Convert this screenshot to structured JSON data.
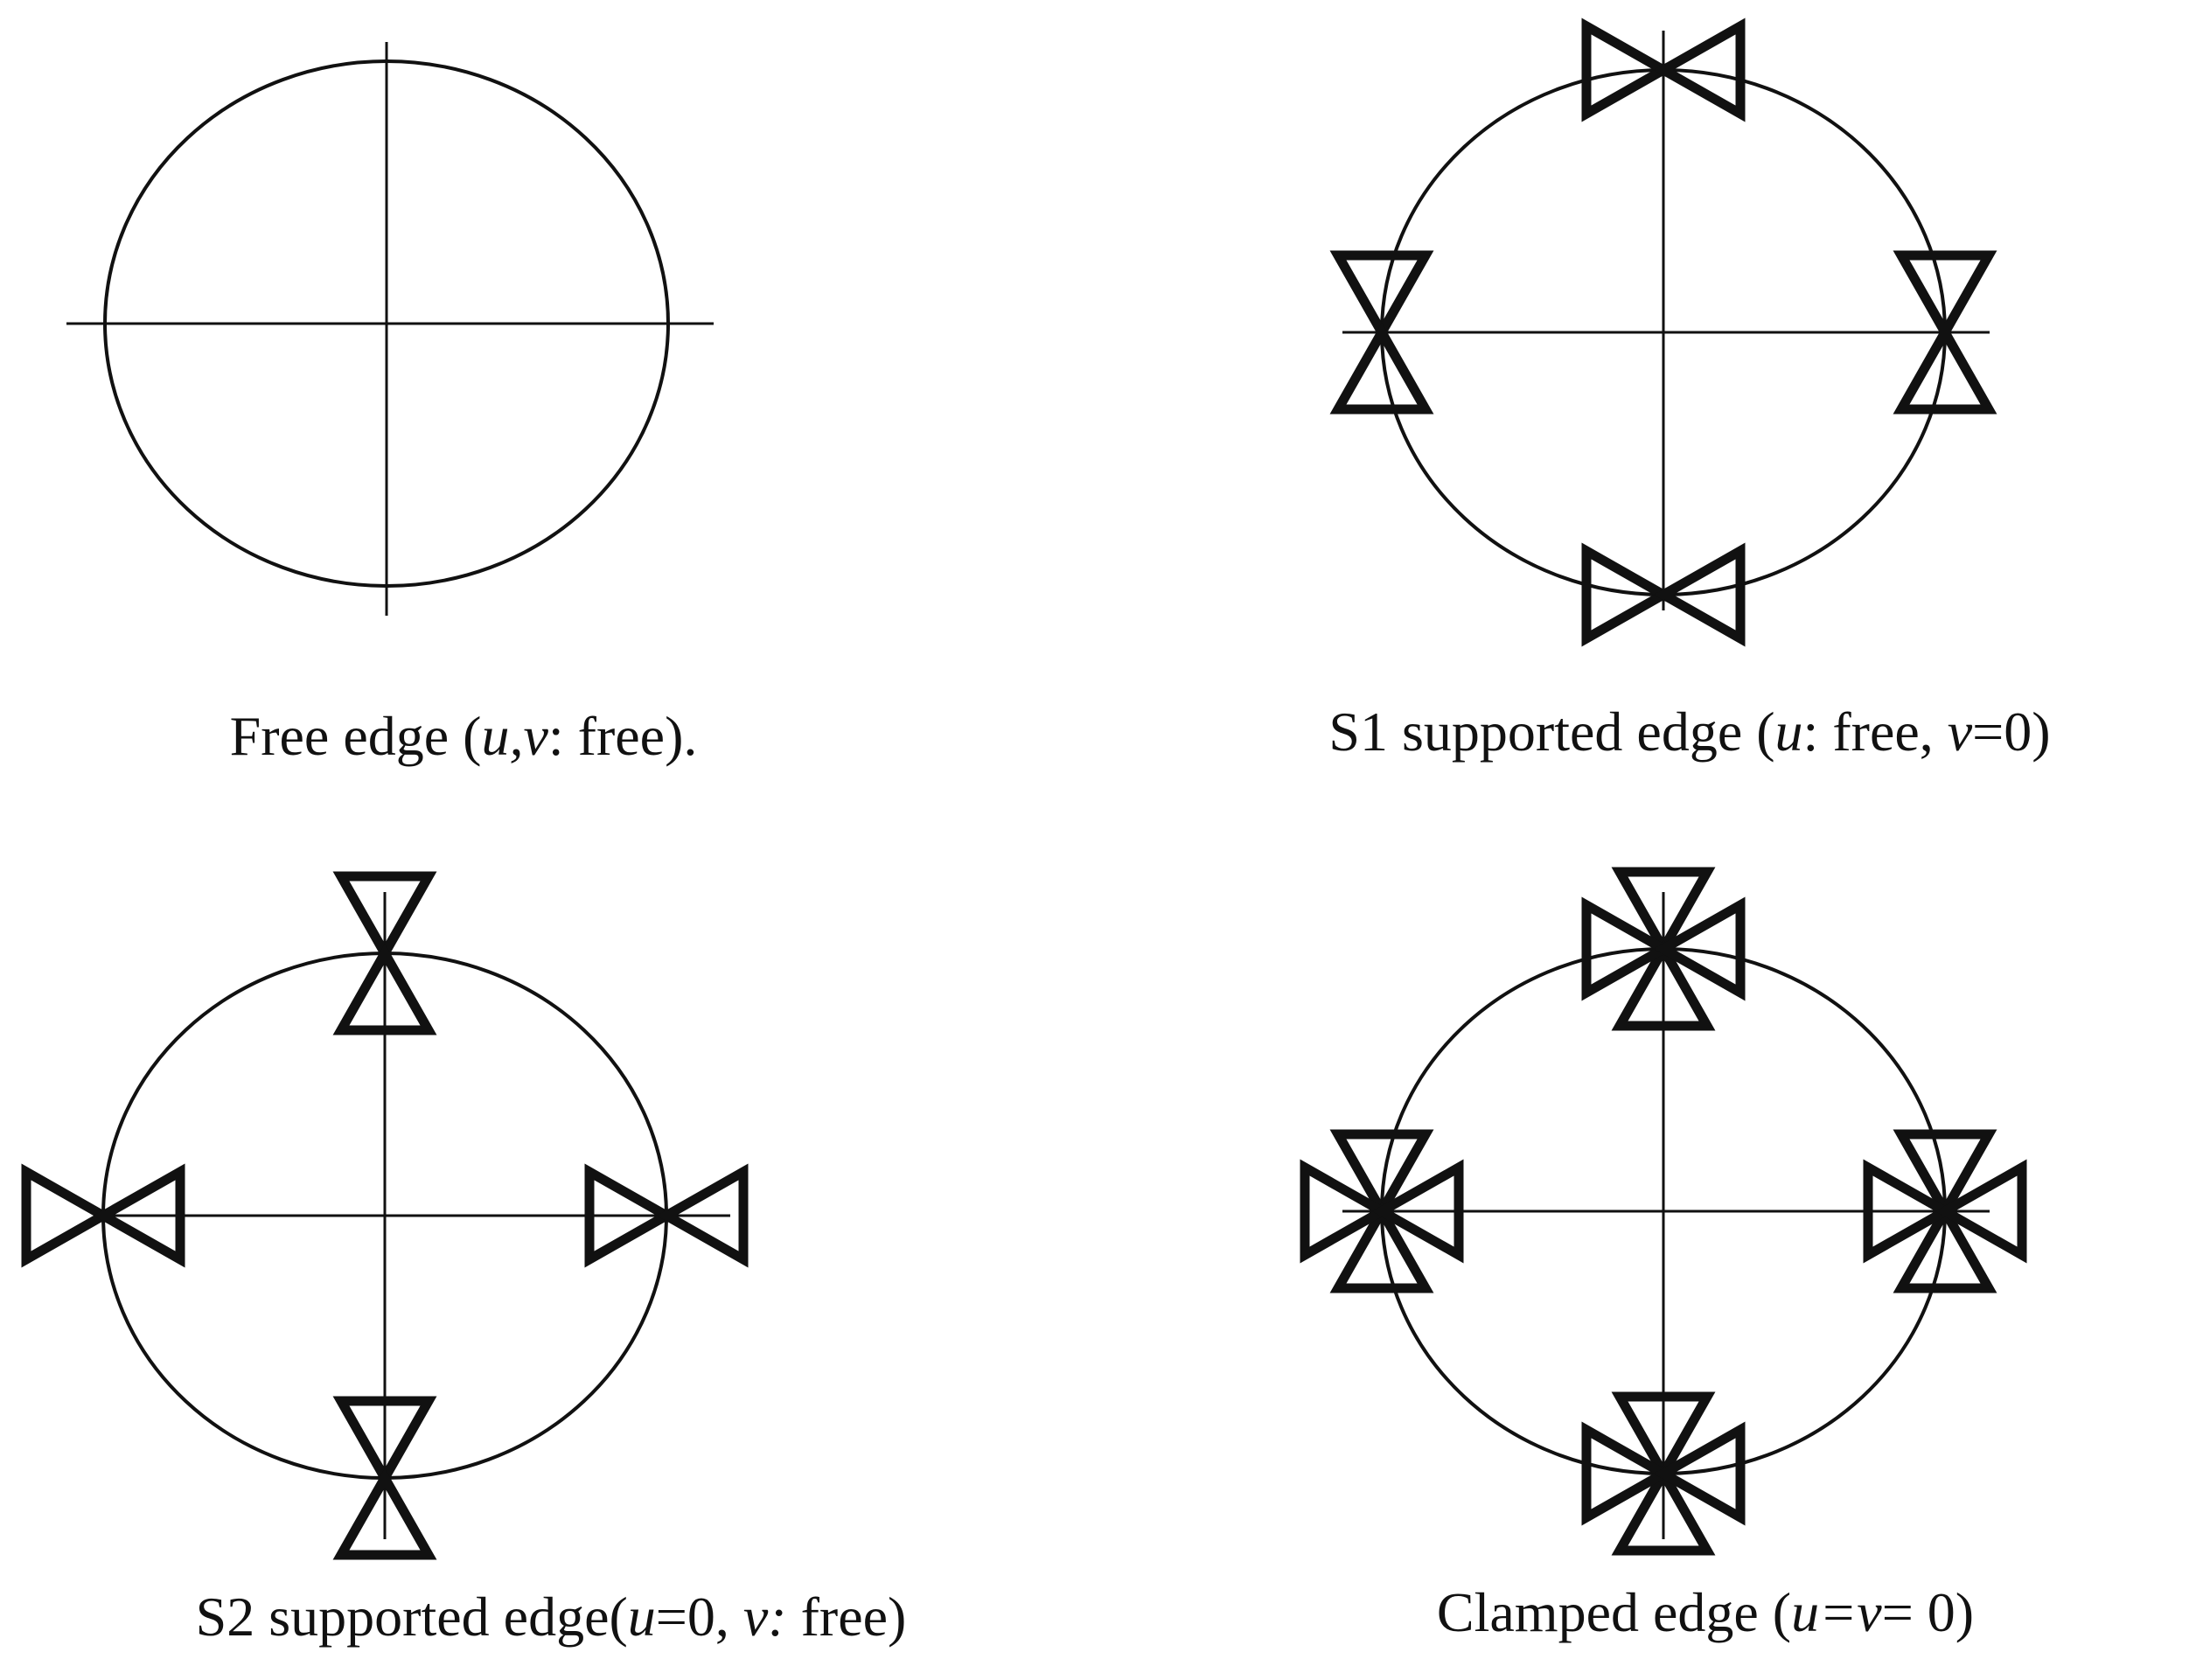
{
  "panels": [
    {
      "id": "free",
      "support": "none",
      "caption": {
        "before": "Free edge (",
        "italic_a": "u,v",
        "middle": ": free).",
        "italic_b": "",
        "after": ""
      }
    },
    {
      "id": "s1",
      "support": "s1",
      "caption": {
        "before": "S1 supported edge (",
        "italic_a": "u",
        "middle": ": free, ",
        "italic_b": "v",
        "after": "=0)"
      }
    },
    {
      "id": "s2",
      "support": "s2",
      "caption": {
        "before": "S2 supported edge(",
        "italic_a": "u",
        "middle": "=0, ",
        "italic_b": "v:",
        "after": " free)"
      }
    },
    {
      "id": "clamped",
      "support": "clamped",
      "caption": {
        "before": "Clamped edge (",
        "italic_a": "u=v",
        "middle": "= 0)",
        "italic_b": "",
        "after": ""
      }
    }
  ],
  "colors": {
    "line": "#111111",
    "background": "#ffffff"
  }
}
